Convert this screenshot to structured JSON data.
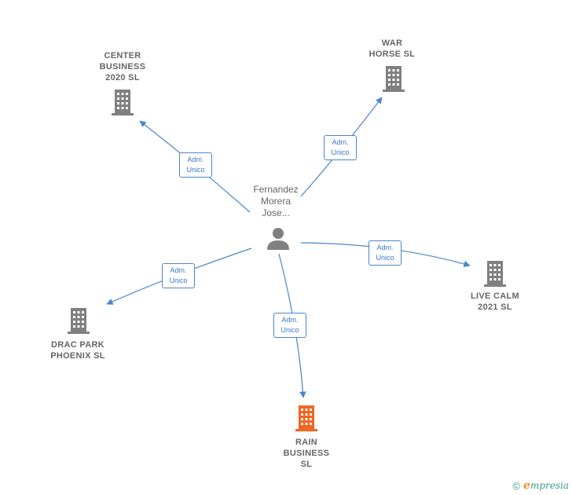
{
  "person": {
    "name_lines": [
      "Fernandez",
      "Morera",
      "Jose..."
    ]
  },
  "companies": [
    {
      "id": "center",
      "lines": [
        "CENTER",
        "BUSINESS",
        "2020  SL"
      ],
      "color": "#808080"
    },
    {
      "id": "war",
      "lines": [
        "WAR",
        "HORSE  SL"
      ],
      "color": "#808080"
    },
    {
      "id": "live",
      "lines": [
        "LIVE CALM",
        "2021  SL"
      ],
      "color": "#808080"
    },
    {
      "id": "drac",
      "lines": [
        "DRAC PARK",
        "PHOENIX  SL"
      ],
      "color": "#808080"
    },
    {
      "id": "rain",
      "lines": [
        "RAIN",
        "BUSINESS",
        "SL"
      ],
      "color": "#f26522"
    }
  ],
  "edges": [
    {
      "to": "center",
      "lines": [
        "Adm.",
        "Unico"
      ]
    },
    {
      "to": "war",
      "lines": [
        "Adm.",
        "Unico"
      ]
    },
    {
      "to": "live",
      "lines": [
        "Adm.",
        "Unico"
      ]
    },
    {
      "to": "drac",
      "lines": [
        "Adm.",
        "Unico"
      ]
    },
    {
      "to": "rain",
      "lines": [
        "Adm.",
        "Unico"
      ]
    }
  ],
  "colors": {
    "edge": "#4a86c8",
    "building": "#808080",
    "highlight": "#f26522",
    "person": "#808080"
  },
  "footer": {
    "copyright": "©",
    "brand_initial": "e",
    "brand_rest": "mpresia"
  }
}
